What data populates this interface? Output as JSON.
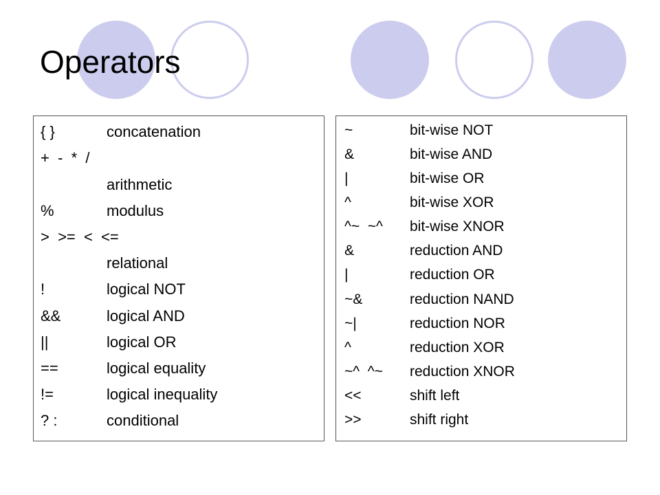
{
  "title": "Operators",
  "left_table": [
    {
      "symbol": "{ }",
      "description": "concatenation"
    },
    {
      "symbol": "+  -  *  /",
      "description": ""
    },
    {
      "symbol": "",
      "description": "arithmetic"
    },
    {
      "symbol": "%",
      "description": "modulus"
    },
    {
      "symbol": ">  >=  <  <=",
      "description": ""
    },
    {
      "symbol": "",
      "description": "relational"
    },
    {
      "symbol": "!",
      "description": "logical NOT"
    },
    {
      "symbol": "&&",
      "description": "logical AND"
    },
    {
      "symbol": "||",
      "description": "logical OR"
    },
    {
      "symbol": "==",
      "description": "logical equality"
    },
    {
      "symbol": "!=",
      "description": "logical inequality"
    },
    {
      "symbol": "? :",
      "description": "conditional"
    }
  ],
  "right_table": [
    {
      "symbol": "~",
      "description": "bit-wise NOT"
    },
    {
      "symbol": "&",
      "description": "bit-wise AND"
    },
    {
      "symbol": "|",
      "description": "bit-wise OR"
    },
    {
      "symbol": "^",
      "description": "bit-wise XOR"
    },
    {
      "symbol": "^~  ~^",
      "description": "bit-wise XNOR"
    },
    {
      "symbol": "&",
      "description": "reduction AND"
    },
    {
      "symbol": "|",
      "description": "reduction OR"
    },
    {
      "symbol": "~&",
      "description": "reduction NAND"
    },
    {
      "symbol": "~|",
      "description": "reduction NOR"
    },
    {
      "symbol": "^",
      "description": "reduction XOR"
    },
    {
      "symbol": "~^  ^~",
      "description": "reduction XNOR"
    },
    {
      "symbol": "<<",
      "description": "shift left"
    },
    {
      "symbol": ">>",
      "description": "shift right"
    }
  ],
  "colors": {
    "circle_accent": "#ccccee",
    "border": "#555555"
  }
}
